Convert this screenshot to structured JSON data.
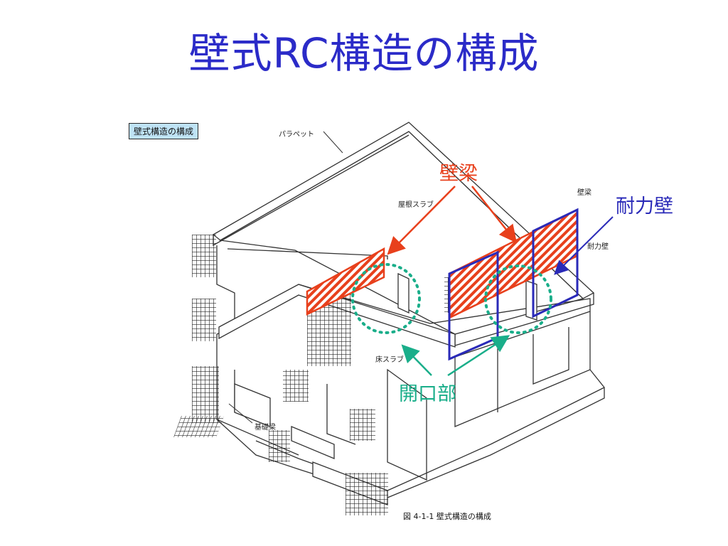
{
  "slide": {
    "title": "壁式RC構造の構成"
  },
  "figure": {
    "heading": "壁式構造の構成",
    "caption": "図 4-1-1 壁式構造の構成",
    "labels": {
      "parapet": "パラペット",
      "roof_slab": "屋根スラブ",
      "wall_beam": "壁梁",
      "bearing_wall": "耐力壁",
      "floor_slab": "床スラブ",
      "foundation_beam": "基礎梁"
    }
  },
  "callouts": {
    "wall_beam": "壁梁",
    "bearing_wall": "耐力壁",
    "opening": "開口部"
  },
  "colors": {
    "title": "#2b2bc8",
    "wall_beam": "#e8401c",
    "bearing_wall": "#2a2ab8",
    "opening": "#1aae8a"
  }
}
